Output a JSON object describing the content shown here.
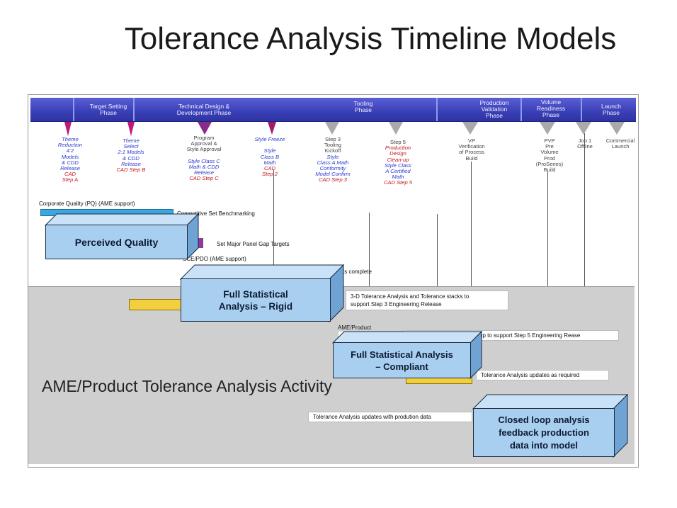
{
  "title": "Tolerance Analysis Timeline Models",
  "phases": [
    {
      "label": "Target Setting\nPhase"
    },
    {
      "label": "Technical Design &\nDevelopment Phase"
    },
    {
      "label": "Tooling\nPhase"
    },
    {
      "label": "Production\nValidation\nPhase"
    },
    {
      "label": "Volume\nReadiness\nPhase"
    },
    {
      "label": "Launch\nPhase"
    }
  ],
  "milestones": [
    {
      "lines": [
        {
          "t": "Theme\nReduction\n4:2\nModels\n& CDD\nRelease",
          "c": "blue"
        },
        {
          "t": "CAD\nStep A",
          "c": "red"
        }
      ]
    },
    {
      "lines": [
        {
          "t": "Theme\nSelect\n2:1 Models\n& CDD\nRelease",
          "c": "blue"
        },
        {
          "t": "CAD Step B",
          "c": "red"
        }
      ]
    },
    {
      "lines": [
        {
          "t": "Program\nApproval &\nStyle Approval",
          "c": "grayt"
        },
        {
          "t": "\nStyle Class C\nMath & CDD\nRelease",
          "c": "blue"
        },
        {
          "t": "CAD Step C",
          "c": "red"
        }
      ]
    },
    {
      "lines": [
        {
          "t": "Style Freeze",
          "c": "blue"
        },
        {
          "t": "\nStyle\nClass B\nMath",
          "c": "blue"
        },
        {
          "t": "CAD\nStep 2",
          "c": "red"
        }
      ]
    },
    {
      "lines": [
        {
          "t": "Step 3\nTooling\nKickoff",
          "c": "grayt"
        },
        {
          "t": "Style\nClass A Math\nConformity\nModel Confirm",
          "c": "blue"
        },
        {
          "t": "CAD Step 3",
          "c": "red"
        }
      ]
    },
    {
      "lines": [
        {
          "t": "Step 5",
          "c": "grayt"
        },
        {
          "t": "Production\nDesign\nClean-up",
          "c": "red"
        },
        {
          "t": "Style Class\nA Certified\nMath",
          "c": "blue"
        },
        {
          "t": "CAD Step 5",
          "c": "red"
        }
      ]
    },
    {
      "lines": [
        {
          "t": "VP\nVerification\nof Process\nBuild",
          "c": "grayt"
        }
      ]
    },
    {
      "lines": [
        {
          "t": "PVP\nPre\nVolume\nProd\n(ProSeries)\nBuild",
          "c": "grayt"
        }
      ]
    },
    {
      "lines": [
        {
          "t": "Job 1\nOffline",
          "c": "grayt"
        }
      ]
    },
    {
      "lines": [
        {
          "t": "Commercial\nLaunch",
          "c": "grayt"
        }
      ]
    }
  ],
  "activities": {
    "corporate_quality": "Corporate Quality (PQ) (AME support)",
    "competitive_set": "Competitive Set Benchmarking",
    "panel_gap": "Set Major Panel Gap Targets",
    "sce_pdo": "SCE/PDO (AME support)",
    "targets_complete": "ts complete",
    "ame_product_small": "AME/Product",
    "tolerance_3d": "3-D Tolerance Analysis and Tolerance stacks to\nsupport Step 3 Engineering Release",
    "step5_support": "up to support Step 5 Engineering Rease",
    "updates_required": "Tolerance Analysis updates as required",
    "updates_production": "Tolerance Analysis updates with prodution data"
  },
  "ame_label": "AME/Product Tolerance Analysis Activity",
  "boxes": {
    "perceived_quality": "Perceived Quality",
    "rigid": "Full Statistical\nAnalysis – Rigid",
    "compliant": "Full Statistical Analysis\n– Compliant",
    "closed_loop": "Closed loop analysis\nfeedback production\ndata into model"
  },
  "colors": {
    "banner": "#3a3fb6",
    "box_fill": "#a8cff0",
    "bar_cyan": "#3aa8e0",
    "bar_purple": "#8e3a9a",
    "bar_yellow": "#f2cf3c",
    "gray_region": "#cfcfcf"
  }
}
